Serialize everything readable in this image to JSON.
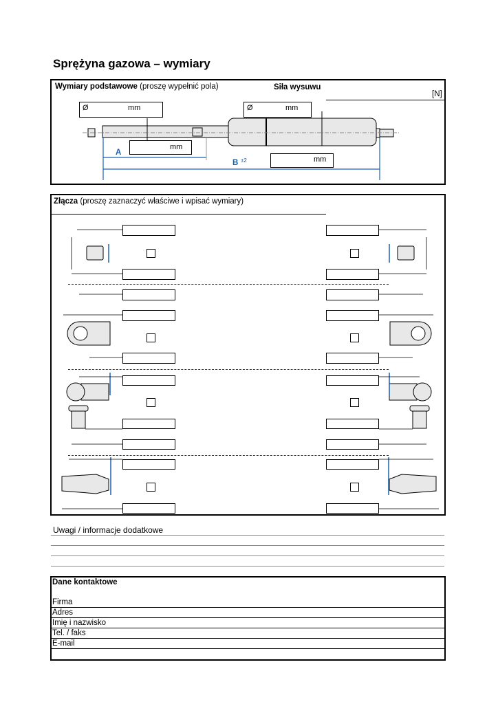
{
  "title": "Sprężyna gazowa – wymiary",
  "basic": {
    "heading_bold": "Wymiary podstawowe",
    "heading_rest": " (proszę wypełnić pola)",
    "force_label": "Siła wysuwu",
    "force_unit": "[N]",
    "dia_symbol": "Ø",
    "unit": "mm",
    "label_a": "A",
    "label_b": "B",
    "tolerance": "±2"
  },
  "connectors": {
    "heading_bold": "Złącza",
    "heading_rest": " (proszę zaznaczyć właściwe i wpisać wymiary)"
  },
  "notes": {
    "label": "Uwagi / informacje dodatkowe"
  },
  "contact": {
    "heading": "Dane kontaktowe",
    "fields": [
      "Firma",
      "Adres",
      "Imię i nazwisko",
      "Tel. / faks",
      "E-mail"
    ]
  }
}
